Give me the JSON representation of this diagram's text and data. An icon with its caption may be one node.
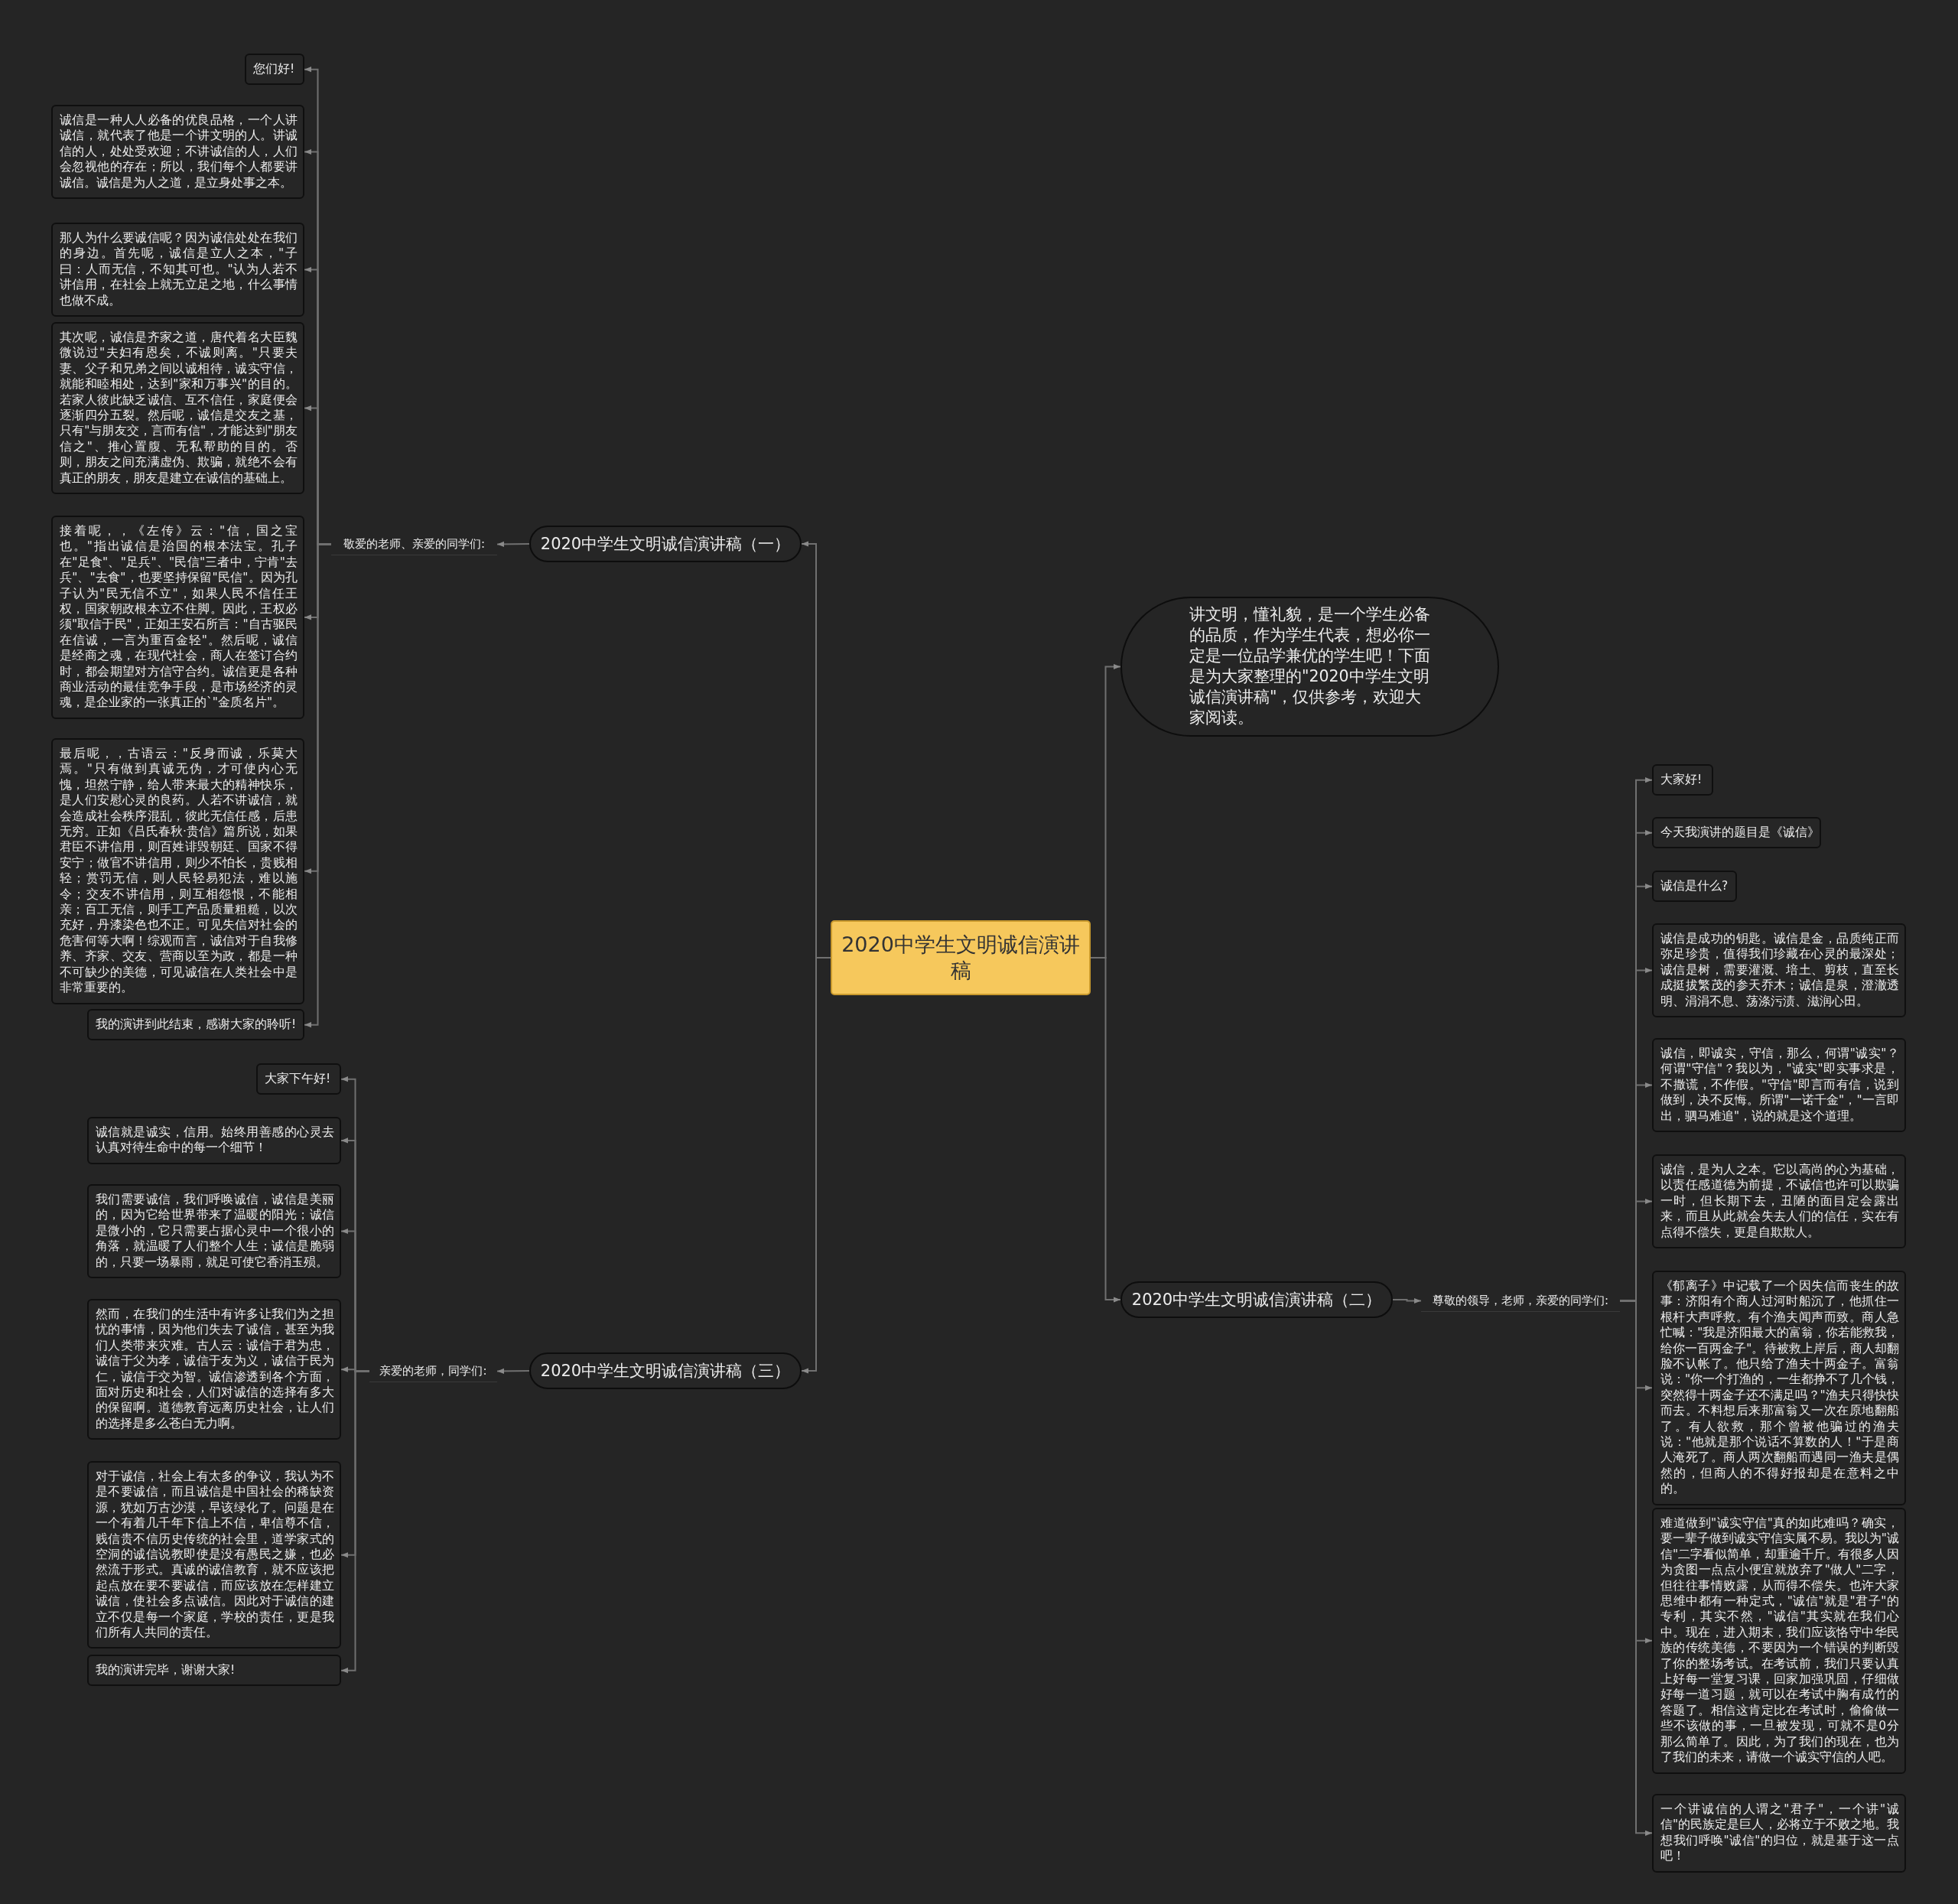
{
  "diagram": {
    "nodes": [
      {
        "text": [
          "2020中学生文明诚信演讲稿"
        ]
      },
      {
        "text": [
          "2020中学生文明诚信演讲稿（一）"
        ]
      },
      {
        "text": [
          "敬爱的老师、亲爱的同学们:"
        ]
      },
      {
        "text": [
          "您们好!"
        ]
      },
      {
        "text": [
          "诚信是一种人人必备的优良品格，一个人讲诚信，就代表了他是一个讲文明的人。讲诚信的人，处处受欢迎；不讲诚信的人，人们会忽视他的存在；所以，我们每个人都要讲诚信。诚信是为人之道，是立身处事之本。"
        ]
      },
      {
        "text": [
          "那人为什么要诚信呢？因为诚信处处在我们的身边。首先呢，诚信是立人之本，\"子曰：人而无信，不知其可也。\"认为人若不讲信用，在社会上就无立足之地，什么事情也做不成。"
        ]
      },
      {
        "text": [
          "其次呢，诚信是齐家之道，唐代着名大臣魏微说过\"夫妇有恩矣，不诚则离。\"只要夫妻、父子和兄弟之间以诚相待，诚实守信，就能和睦相处，达到\"家和万事兴\"的目的。若家人彼此缺乏诚信、互不信任，家庭便会逐渐四分五裂。然后呢，诚信是交友之基，只有\"与朋友交，言而有信\"，才能达到\"朋友信之\"、推心置腹、无私帮助的目的。否则，朋友之间充满虚伪、欺骗，就绝不会有真正的朋友，朋友是建立在诚信的基础上。"
        ]
      },
      {
        "text": [
          "接着呢，，《左传》云：\"信，国之宝也。\"指出诚信是治国的根本法宝。孔子在\"足食\"、\"足兵\"、\"民信\"三者中，宁肯\"去兵\"、\"去食\"，也要坚持保留\"民信\"。因为孔子认为\"民无信不立\"，如果人民不信任王权，国家朝政根本立不住脚。因此，王权必须\"取信于民\"，正如王安石所言：\"自古驱民在信诚，一言为重百金轻\"。然后呢，诚信是经商之魂，在现代社会，商人在签订合约时，都会期望对方信守合约。诚信更是各种商业活动的最佳竞争手段，是市场经济的灵魂，是企业家的一张真正的`\"金质名片\"。"
        ]
      },
      {
        "text": [
          "最后呢，，古语云：\"反身而诚，乐莫大焉。\"只有做到真诚无伪，才可使内心无愧，坦然宁静，给人带来最大的精神快乐，是人们安慰心灵的良药。人若不讲诚信，就会造成社会秩序混乱，彼此无信任感，后患无穷。正如《吕氏春秋·贵信》篇所说，如果君臣不讲信用，则百姓诽毁朝廷、国家不得安宁；做官不讲信用，则少不怕长，贵贱相轻；赏罚无信，则人民轻易犯法，难以施令；交友不讲信用，则互相怨恨，不能相亲；百工无信，则手工产品质量粗糙，以次充好，丹漆染色也不正。可见失信对社会的危害何等大啊！综观而言，诚信对于自我修养、齐家、交友、营商以至为政，都是一种不可缺少的美德，可见诚信在人类社会中是非常重要的。"
        ]
      },
      {
        "text": [
          "我的演讲到此结束，感谢大家的聆听!"
        ]
      },
      {
        "text": [
          "讲文明，懂礼貌，是一个学生必备的品质，作为学生代表，想必你一定是一位品学兼优的学生吧！下面是为大家整理的\"2020中学生文明诚信演讲稿\"，仅供参考，欢迎大家阅读。"
        ]
      },
      {
        "text": [
          "2020中学生文明诚信演讲稿（二）"
        ]
      },
      {
        "text": [
          "尊敬的领导，老师，亲爱的同学们:"
        ]
      },
      {
        "text": [
          "大家好!"
        ]
      },
      {
        "text": [
          "今天我演讲的题目是《诚信》"
        ]
      },
      {
        "text": [
          "诚信是什么?"
        ]
      },
      {
        "text": [
          "诚信是成功的钥匙。诚信是金，品质纯正而弥足珍贵，值得我们珍藏在心灵的最深处；诚信是树，需要灌溉、培土、剪枝，直至长成挺拔繁茂的参天乔木；诚信是泉，澄澈透明、涓涓不息、荡涤污渍、滋润心田。"
        ]
      },
      {
        "text": [
          "诚信，即诚实，守信，那么，何谓\"诚实\"？何谓\"守信\"？我以为，\"诚实\"即实事求是，不撒谎，不作假。\"守信\"即言而有信，说到做到，决不反悔。所谓\"一诺千金\"，\"一言即出，驷马难追\"，说的就是这个道理。"
        ]
      },
      {
        "text": [
          "诚信，是为人之本。它以高尚的心为基础，以责任感道德为前提，不诚信也许可以欺骗一时，但长期下去，丑陋的面目定会露出来，而且从此就会失去人们的信任，实在有点得不偿失，更是自欺欺人。"
        ]
      },
      {
        "text": [
          "《郁离子》中记载了一个因失信而丧生的故事：济阳有个商人过河时船沉了，他抓住一根杆大声呼救。有个渔夫闻声而致。商人急忙喊：\"我是济阳最大的富翁，你若能救我，给你一百两金子\"。待被救上岸后，商人却翻脸不认帐了。他只给了渔夫十两金子。富翁说：\"你一个打渔的，一生都挣不了几个钱，突然得十两金子还不满足吗？\"渔夫只得快快而去。不料想后来那富翁又一次在原地翻船了。有人欲救，那个曾被他骗过的渔夫说：\"他就是那个说话不算数的人！\"于是商人淹死了。商人两次翻船而遇同一渔夫是偶然的，但商人的不得好报却是在意料之中的。"
        ]
      },
      {
        "text": [
          "难道做到\"诚实守信\"真的如此难吗？确实，要一辈子做到诚实守信实属不易。我以为\"诚信\"二字看似简单，却重逾千斤。有很多人因为贪图一点点小便宜就放弃了\"做人\"二字，但往往事情败露，从而得不偿失。也许大家思维中都有一种定式，\"诚信\"就是\"君子\"的专利，其实不然，\"诚信\"其实就在我们心中。现在，进入期末，我们应该恪守中华民族的传统美德，不要因为一个错误的判断毁了你的整场考试。在考试前，我们只要认真上好每一堂复习课，回家加强巩固，仔细做好每一道习题，就可以在考试中胸有成竹的答题了。相信这肯定比在考试时，偷偷做一些不该做的事，一旦被发现，可就不是0分那么简单了。因此，为了我们的现在，也为了我们的未来，请做一个诚实守信的人吧。"
        ]
      },
      {
        "text": [
          "一个讲诚信的人谓之\"君子\"，一个讲\"诚信\"的民族定是巨人，必将立于不败之地。我想我们呼唤\"诚信\"的归位，就是基于这一点吧！"
        ]
      },
      {
        "text": [
          "2020中学生文明诚信演讲稿（三）"
        ]
      },
      {
        "text": [
          "亲爱的老师，同学们:"
        ]
      },
      {
        "text": [
          "大家下午好!"
        ]
      },
      {
        "text": [
          "诚信就是诚实，信用。始终用善感的心灵去认真对待生命中的每一个细节！"
        ]
      },
      {
        "text": [
          "我们需要诚信，我们呼唤诚信，诚信是美丽的，因为它给世界带来了温暖的阳光；诚信是微小的，它只需要占据心灵中一个很小的角落，就温暖了人们整个人生；诚信是脆弱的，只要一场暴雨，就足可使它香消玉殒。"
        ]
      },
      {
        "text": [
          "然而，在我们的生活中有许多让我们为之担忧的事情，因为他们失去了诚信，甚至为我们人类带来灾难。古人云：诚信于君为忠，诚信于父为孝，诚信于友为义，诚信于民为仁，诚信于交为智。诚信渗透到各个方面，面对历史和社会，人们对诚信的选择有多大的保留啊。道德教育远离历史社会，让人们的选择是多么苍白无力啊。"
        ]
      },
      {
        "text": [
          "对于诚信，社会上有太多的争议，我认为不是不要诚信，而且诚信是中国社会的稀缺资源，犹如万古沙漠，早该绿化了。问题是在一个有着几千年下信上不信，卑信尊不信，贱信贵不信历史传统的社会里，道学家式的空洞的诚信说教即使是没有愚民之嫌，也必然流于形式。真诚的诚信教育，就不应该把起点放在要不要诚信，而应该放在怎样建立诚信，使社会多点诚信。因此对于诚信的建立不仅是每一个家庭，学校的责任，更是我们所有人共同的责任。"
        ]
      },
      {
        "text": [
          "我的演讲完毕，谢谢大家!"
        ]
      }
    ],
    "edges": [
      {
        "from": 0,
        "to": 1,
        "arrow": "to"
      },
      {
        "from": 1,
        "to": 2,
        "arrow": "to"
      },
      {
        "from": 2,
        "to": 3,
        "arrow": "to"
      },
      {
        "from": 2,
        "to": 4,
        "arrow": "to"
      },
      {
        "from": 2,
        "to": 5,
        "arrow": "to"
      },
      {
        "from": 2,
        "to": 6,
        "arrow": "to"
      },
      {
        "from": 2,
        "to": 7,
        "arrow": "to"
      },
      {
        "from": 2,
        "to": 8,
        "arrow": "to"
      },
      {
        "from": 2,
        "to": 9,
        "arrow": "to"
      },
      {
        "from": 0,
        "to": 10,
        "arrow": "to"
      },
      {
        "from": 0,
        "to": 11,
        "arrow": "to"
      },
      {
        "from": 11,
        "to": 12,
        "arrow": "to"
      },
      {
        "from": 12,
        "to": 13,
        "arrow": "to"
      },
      {
        "from": 12,
        "to": 14,
        "arrow": "to"
      },
      {
        "from": 12,
        "to": 15,
        "arrow": "to"
      },
      {
        "from": 12,
        "to": 16,
        "arrow": "to"
      },
      {
        "from": 12,
        "to": 17,
        "arrow": "to"
      },
      {
        "from": 12,
        "to": 18,
        "arrow": "to"
      },
      {
        "from": 12,
        "to": 19,
        "arrow": "to"
      },
      {
        "from": 12,
        "to": 20,
        "arrow": "to"
      },
      {
        "from": 12,
        "to": 21,
        "arrow": "to"
      },
      {
        "from": 0,
        "to": 22,
        "arrow": "to"
      },
      {
        "from": 22,
        "to": 23,
        "arrow": "to"
      },
      {
        "from": 23,
        "to": 24,
        "arrow": "to"
      },
      {
        "from": 23,
        "to": 25,
        "arrow": "to"
      },
      {
        "from": 23,
        "to": 26,
        "arrow": "to"
      },
      {
        "from": 23,
        "to": 27,
        "arrow": "to"
      },
      {
        "from": 23,
        "to": 28,
        "arrow": "to"
      },
      {
        "from": 23,
        "to": 29,
        "arrow": "to"
      }
    ]
  }
}
